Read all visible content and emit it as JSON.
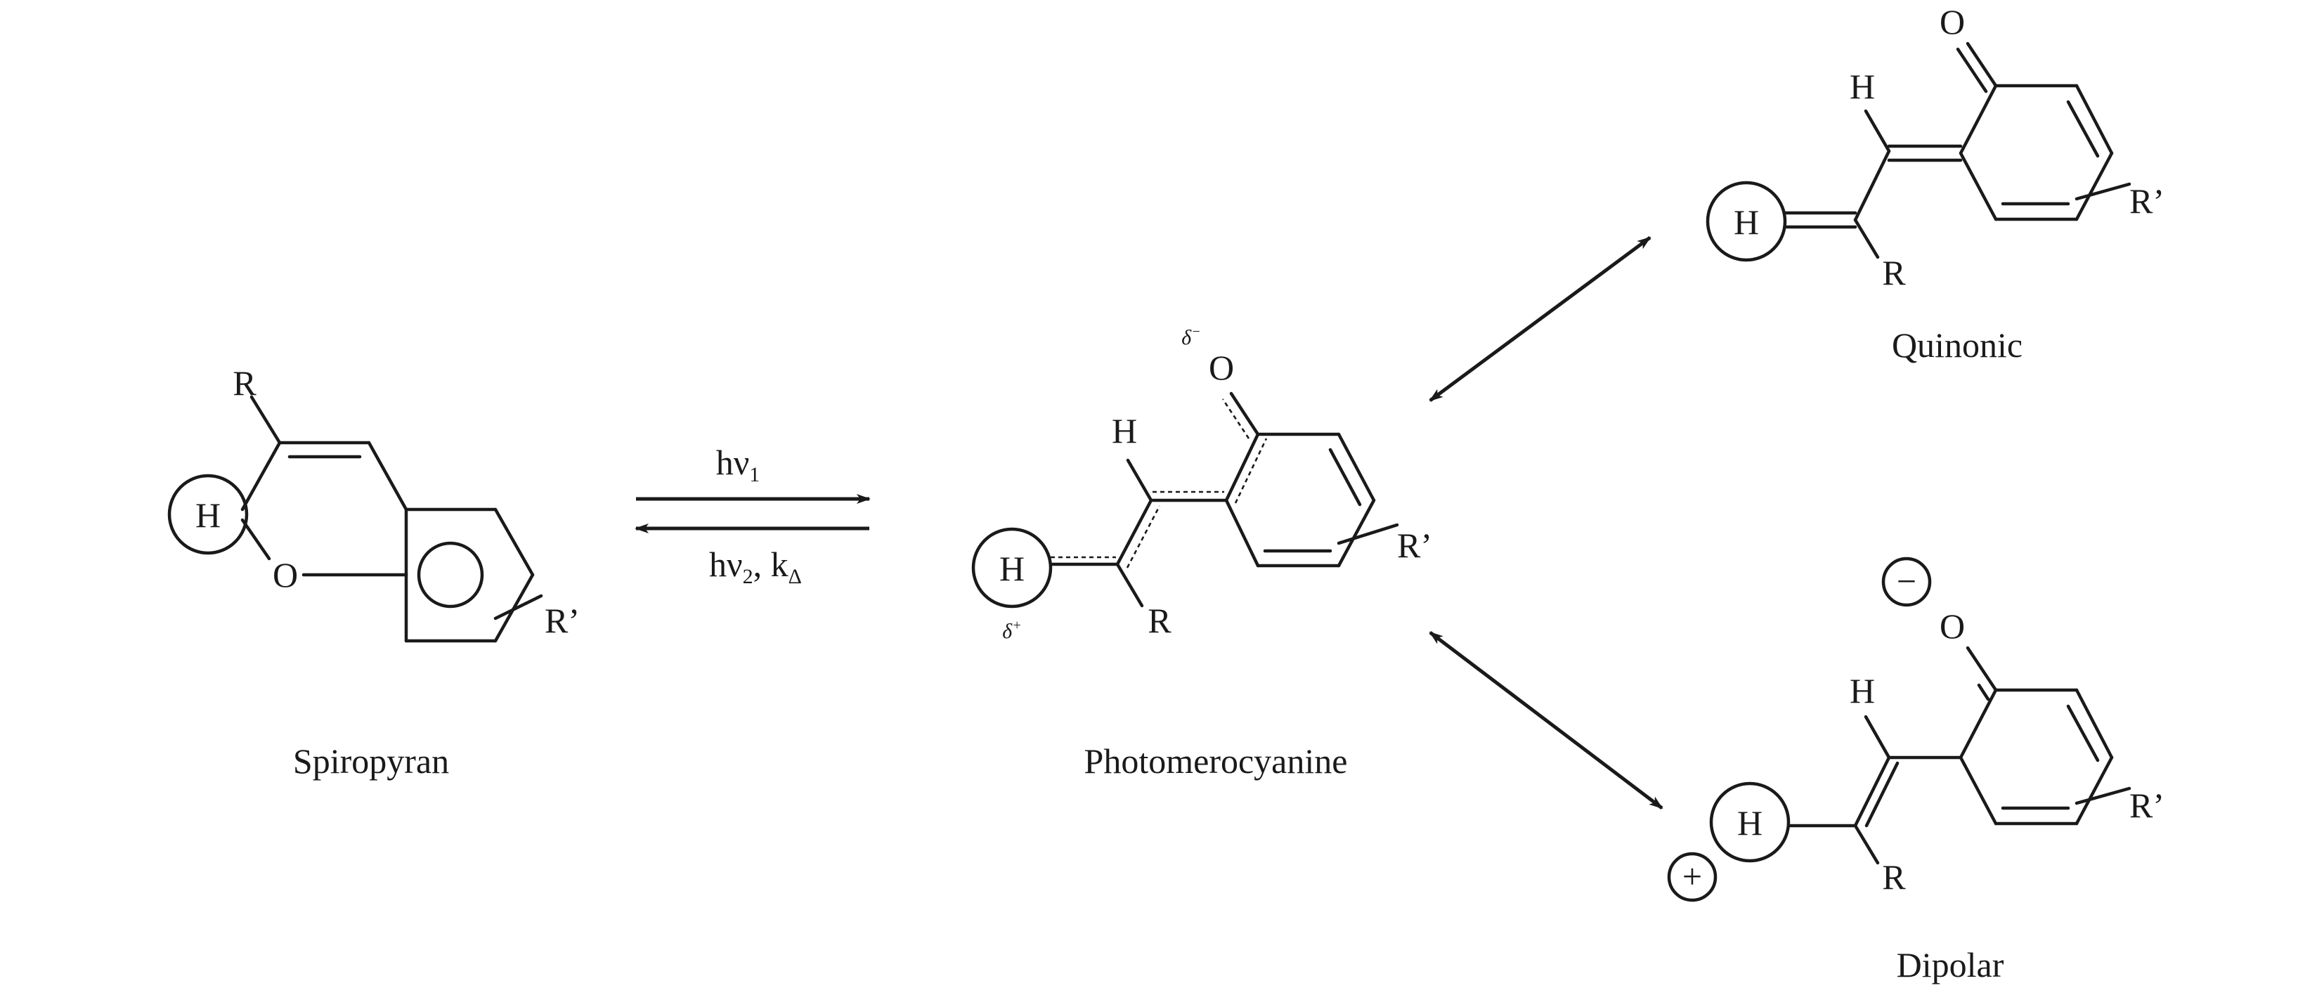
{
  "structures": {
    "spiropyran": {
      "name": "Spiropyran",
      "r": "R",
      "h": "H",
      "o": "O",
      "r_prime": "R’"
    },
    "photomerocyanine": {
      "name": "Photomerocyanine",
      "h_top": "H",
      "h_circle": "H",
      "o": "O",
      "r": "R",
      "r_prime": "R’",
      "delta_minus": "δ",
      "delta_plus": "δ",
      "minus_sup": "−",
      "plus_sup": "+"
    },
    "quinonic": {
      "name": "Quinonic",
      "o": "O",
      "h_top": "H",
      "h_circle": "H",
      "r": "R",
      "r_prime": "R’"
    },
    "dipolar": {
      "name": "Dipolar",
      "o": "O",
      "h_top": "H",
      "h_circle": "H",
      "r": "R",
      "r_prime": "R’",
      "minus": "−",
      "plus": "+"
    }
  },
  "equilibrium": {
    "forward_main": "hν",
    "forward_sub": "1",
    "reverse_main": "hν",
    "reverse_sub": "2",
    "reverse_sep": ", k",
    "reverse_sub2": "Δ"
  }
}
